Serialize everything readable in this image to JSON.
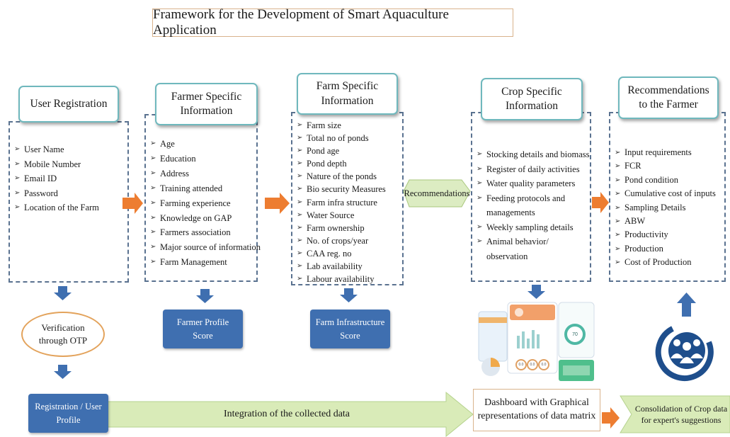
{
  "title": "Framework for the Development of Smart Aquaculture Application",
  "columns": [
    {
      "heading": "User Registration",
      "items": [
        "User Name",
        "Mobile Number",
        "Email ID",
        "Password",
        "Location of the Farm"
      ]
    },
    {
      "heading": "Farmer Specific Information",
      "items": [
        "Age",
        "Education",
        "Address",
        "Training attended",
        "Farming experience",
        "Knowledge on GAP",
        "Farmers association",
        "Major source of information",
        "Farm Management"
      ]
    },
    {
      "heading": "Farm Specific Information",
      "items": [
        "Farm size",
        "Total no of ponds",
        "Pond age",
        "Pond depth",
        "Nature of the ponds",
        "Bio security Measures",
        "Farm infra structure",
        "Water Source",
        "Farm ownership",
        "No. of crops/year",
        "CAA reg. no",
        "Lab availability",
        "Labour availability"
      ]
    },
    {
      "heading": "Crop Specific Information",
      "items": [
        "Stocking details and biomass",
        "Register of daily activities",
        "Water quality parameters",
        "Feeding protocols and managements",
        "Weekly sampling details",
        "Animal behavior/ observation"
      ]
    },
    {
      "heading": "Recommendations to the Farmer",
      "items": [
        "Input requirements",
        "FCR",
        "Pond condition",
        "Cumulative cost of inputs",
        "Sampling Details",
        "ABW",
        "Productivity",
        "Production",
        "Cost of Production"
      ]
    }
  ],
  "recommendations_label": "Recommendations",
  "verification": "Verification through OTP",
  "farmer_profile_score": "Farmer Profile Score",
  "farm_infra_score": "Farm Infrastructure Score",
  "registration_profile": "Registration / User Profile",
  "integration": "Integration of the collected data",
  "dashboard": "Dashboard with Graphical representations of data matrix",
  "consolidation": "Consolidation of Crop data for expert's suggestions",
  "dashboard_mock": {
    "gauge": "70",
    "chart_values": [
      "0.0",
      "0.0",
      "0.0"
    ]
  },
  "colors": {
    "arrow_orange": "#ed7d31",
    "arrow_blue": "#3f6fb0",
    "head_border": "#6fb8bd",
    "green_band": "#d9ebb8",
    "dash_border": "#5a7290"
  }
}
